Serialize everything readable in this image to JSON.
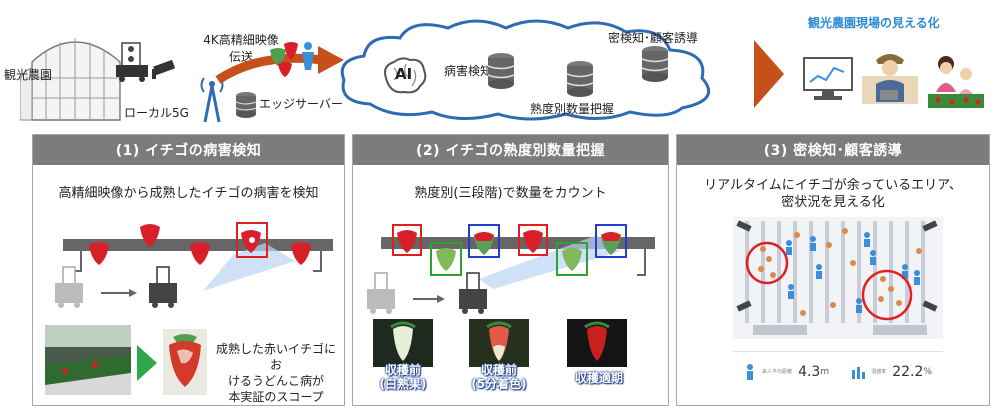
{
  "top": {
    "farm_label": "観光農園",
    "video_label_line1": "4K高精細映像",
    "video_label_line2": "伝送",
    "local5g_label": "ローカル5G",
    "edge_server_label": "エッジサーバー",
    "ai_label": "AI",
    "disease_label": "病害検知",
    "ripeness_label": "熟度別数量把握",
    "density_label": "密検知･顧客誘導",
    "result_title": "観光農園現場の見える化"
  },
  "panels": [
    {
      "title": "(1) イチゴの病害検知",
      "description": "高精細映像から成熟したイチゴの病害を検知",
      "caption_line1": "成熟した赤いイチゴにお",
      "caption_line2": "けるうどんこ病が",
      "caption_line3": "本実証のスコープ"
    },
    {
      "title": "(2) イチゴの熟度別数量把握",
      "description": "熟度別(三段階)で数量をカウント",
      "phases": [
        {
          "line1": "収穫前",
          "line2": "(白熟果)"
        },
        {
          "line1": "収穫前",
          "line2": "(5分着色)"
        },
        {
          "line1": "収穫適期",
          "line2": ""
        }
      ]
    },
    {
      "title": "(3) 密検知･顧客誘導",
      "description_line1": "リアルタイムにイチゴが余っているエリア、",
      "description_line2": "密状況を見える化",
      "stats": [
        {
          "label": "来人平均距離",
          "value": "4.3",
          "unit": "m"
        },
        {
          "label": "混雑率",
          "value": "22.2",
          "unit": "%"
        }
      ]
    }
  ],
  "colors": {
    "panel_header": "#7c7c7c",
    "arrow_orange": "#c5501a",
    "cloud_border": "#2f6bb5",
    "strawberry": "#d91f2a",
    "box_red": "#e02020",
    "box_green": "#30a030",
    "box_blue": "#1f3fcf",
    "person_blue": "#3b8ed8"
  }
}
